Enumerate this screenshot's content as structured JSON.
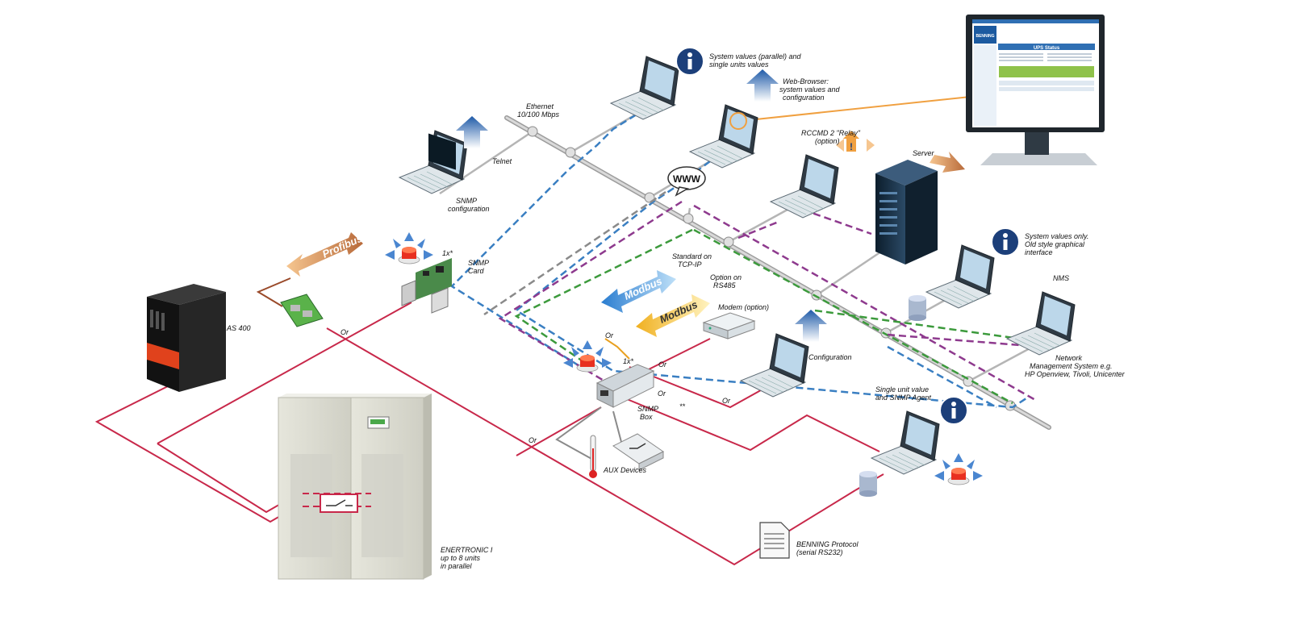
{
  "labels": {
    "ethernet": [
      "Ethernet",
      "10/100 Mbps"
    ],
    "telnet": "Telnet",
    "snmp_configuration": [
      "SNMP",
      "configuration"
    ],
    "system_values_parallel": [
      "System values (parallel) and",
      "single units values"
    ],
    "web_browser": [
      "Web-Browser:",
      "system values and",
      "configuration"
    ],
    "www": "WWW",
    "rccmd": [
      "RCCMD 2 \"Relay\"",
      "(option)"
    ],
    "server": "Server",
    "system_values_only": [
      "System values only.",
      "Old style graphical",
      "interface"
    ],
    "nms": "NMS",
    "network_management": [
      "Network",
      "Management System e.g.",
      "HP Openview, Tivoli, Unicenter"
    ],
    "profibus": "Profibus",
    "snmp_card": [
      "SNMP",
      "Card"
    ],
    "card_count": "1x*",
    "modbus_tcp": "Modbus",
    "standard_tcp": [
      "Standard on",
      "TCP-IP"
    ],
    "modbus_rs485": "Modbus",
    "option_rs485": [
      "Option on",
      "RS485"
    ],
    "modem": "Modem (option)",
    "configuration": "Configuration",
    "box_count": "1x*",
    "snmp_box": [
      "SNMP",
      "Box"
    ],
    "double_asterisk": "**",
    "aux_devices": "AUX Devices",
    "as400": "AS 400",
    "enertronic": [
      "ENERTRONIC I",
      "up to 8 units",
      "in parallel"
    ],
    "single_unit": [
      "Single unit value",
      "and SNMP Agent"
    ],
    "benning_protocol": [
      "BENNING Protocol",
      "(serial RS232)"
    ],
    "or": "Or",
    "monitor_title": "UPS Status",
    "monitor_logo": "BENNING"
  },
  "colors": {
    "serial_line": "#c8284a",
    "ethernet_line": "#b8b8b8",
    "dash_blue": "#3a7fc2",
    "dash_purple": "#8e3a8e",
    "dash_green": "#3c9a3c",
    "dash_gray": "#8a8a8a",
    "arrow_blue": "#1e5aa8",
    "arrow_orange": "#f0a040",
    "info_icon": "#1c3f7a"
  }
}
